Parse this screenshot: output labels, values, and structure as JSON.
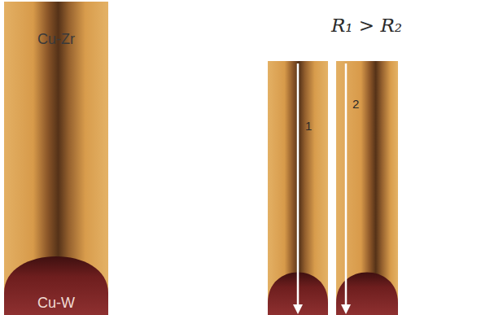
{
  "diagram": {
    "nodes": [
      {
        "text": [
          "Cu-Zr"
        ]
      },
      {
        "text": [
          "Cu-W"
        ],
        "in": 0
      }
    ],
    "labels": [
      "R₁ > R₂",
      "1",
      "2"
    ]
  }
}
